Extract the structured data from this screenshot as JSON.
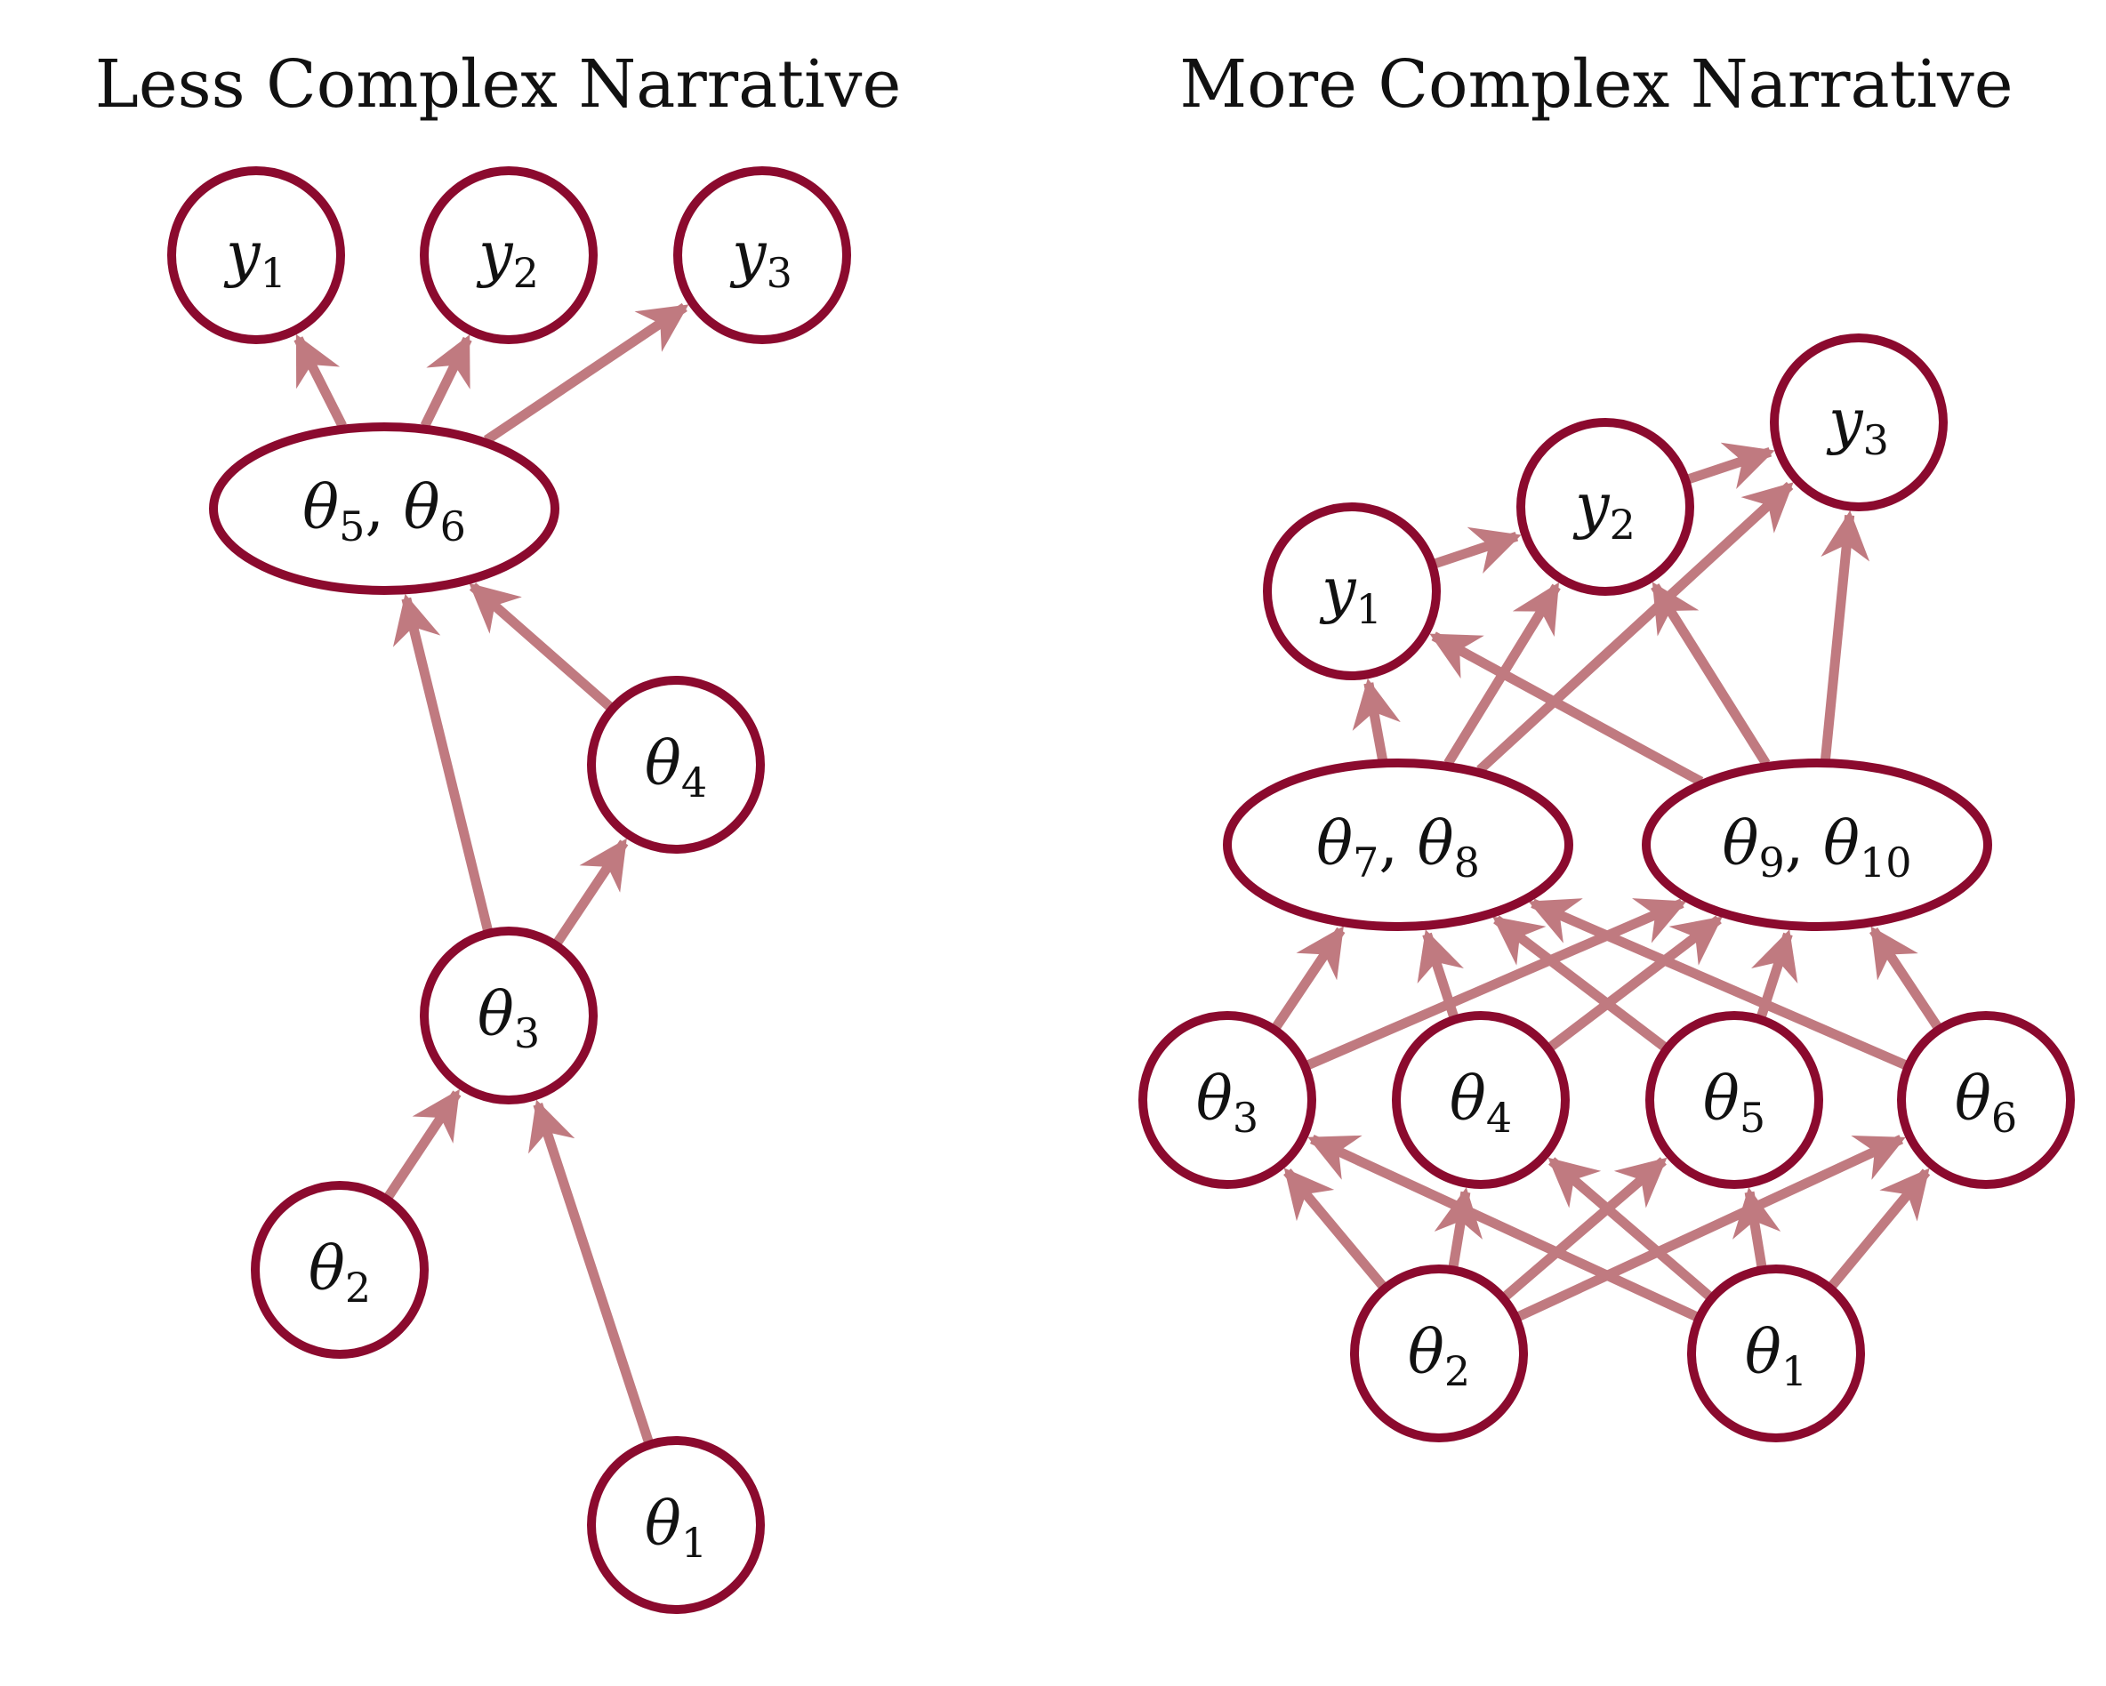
{
  "colors": {
    "node_stroke": "#8b0a2e",
    "edge": "#c07a80",
    "text": "#111111"
  },
  "panels": [
    {
      "id": "less",
      "title": "Less Complex Narrative",
      "nodes": [
        {
          "id": "y1",
          "label": [
            [
              "y",
              "1"
            ]
          ]
        },
        {
          "id": "y2",
          "label": [
            [
              "y",
              "2"
            ]
          ]
        },
        {
          "id": "y3",
          "label": [
            [
              "y",
              "3"
            ]
          ]
        },
        {
          "id": "t56",
          "label": [
            [
              "θ",
              "5"
            ],
            [
              "θ",
              "6"
            ]
          ]
        },
        {
          "id": "t4",
          "label": [
            [
              "θ",
              "4"
            ]
          ]
        },
        {
          "id": "t3",
          "label": [
            [
              "θ",
              "3"
            ]
          ]
        },
        {
          "id": "t2",
          "label": [
            [
              "θ",
              "2"
            ]
          ]
        },
        {
          "id": "t1",
          "label": [
            [
              "θ",
              "1"
            ]
          ]
        }
      ],
      "edges": [
        [
          "t56",
          "y1"
        ],
        [
          "t56",
          "y2"
        ],
        [
          "t56",
          "y3"
        ],
        [
          "t3",
          "t56"
        ],
        [
          "t4",
          "t56"
        ],
        [
          "t3",
          "t4"
        ],
        [
          "t2",
          "t3"
        ],
        [
          "t1",
          "t3"
        ]
      ]
    },
    {
      "id": "more",
      "title": "More Complex Narrative",
      "nodes": [
        {
          "id": "y1",
          "label": [
            [
              "y",
              "1"
            ]
          ]
        },
        {
          "id": "y2",
          "label": [
            [
              "y",
              "2"
            ]
          ]
        },
        {
          "id": "y3",
          "label": [
            [
              "y",
              "3"
            ]
          ]
        },
        {
          "id": "t78",
          "label": [
            [
              "θ",
              "7"
            ],
            [
              "θ",
              "8"
            ]
          ]
        },
        {
          "id": "t910",
          "label": [
            [
              "θ",
              "9"
            ],
            [
              "θ",
              "10"
            ]
          ]
        },
        {
          "id": "t3",
          "label": [
            [
              "θ",
              "3"
            ]
          ]
        },
        {
          "id": "t4",
          "label": [
            [
              "θ",
              "4"
            ]
          ]
        },
        {
          "id": "t5",
          "label": [
            [
              "θ",
              "5"
            ]
          ]
        },
        {
          "id": "t6",
          "label": [
            [
              "θ",
              "6"
            ]
          ]
        },
        {
          "id": "t2",
          "label": [
            [
              "θ",
              "2"
            ]
          ]
        },
        {
          "id": "t1",
          "label": [
            [
              "θ",
              "1"
            ]
          ]
        }
      ],
      "edges": [
        [
          "y1",
          "y2"
        ],
        [
          "y2",
          "y3"
        ],
        [
          "t78",
          "y1"
        ],
        [
          "t78",
          "y2"
        ],
        [
          "t78",
          "y3"
        ],
        [
          "t910",
          "y1"
        ],
        [
          "t910",
          "y2"
        ],
        [
          "t910",
          "y3"
        ],
        [
          "t3",
          "t78"
        ],
        [
          "t3",
          "t910"
        ],
        [
          "t4",
          "t78"
        ],
        [
          "t4",
          "t910"
        ],
        [
          "t5",
          "t78"
        ],
        [
          "t5",
          "t910"
        ],
        [
          "t6",
          "t78"
        ],
        [
          "t6",
          "t910"
        ],
        [
          "t2",
          "t3"
        ],
        [
          "t2",
          "t4"
        ],
        [
          "t2",
          "t5"
        ],
        [
          "t2",
          "t6"
        ],
        [
          "t1",
          "t3"
        ],
        [
          "t1",
          "t4"
        ],
        [
          "t1",
          "t5"
        ],
        [
          "t1",
          "t6"
        ]
      ]
    }
  ]
}
